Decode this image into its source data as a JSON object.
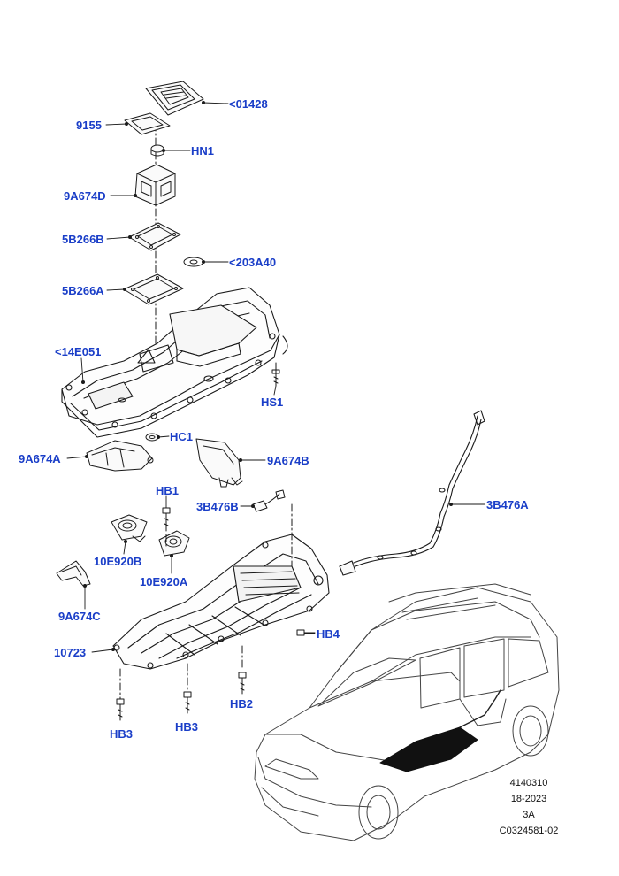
{
  "diagram": {
    "callouts": {
      "c01428": "<01428",
      "c9155": "9155",
      "hn1": "HN1",
      "c9a674d": "9A674D",
      "c5b266b": "5B266B",
      "c203a40": "<203A40",
      "c5b266a": "5B266A",
      "c14e051": "<14E051",
      "hs1": "HS1",
      "hc1": "HC1",
      "c9a674a": "9A674A",
      "c9a674b": "9A674B",
      "hb1": "HB1",
      "c3b476b": "3B476B",
      "c3b476a": "3B476A",
      "c10e920b": "10E920B",
      "c10e920a": "10E920A",
      "c9a674c": "9A674C",
      "hb4": "HB4",
      "c10723": "10723",
      "hb2": "HB2",
      "hb3_left": "HB3",
      "hb3_mid": "HB3"
    },
    "reference": {
      "line1": "4140310",
      "line2": "18-2023",
      "line3": "3A",
      "line4": "C0324581-02"
    },
    "colors": {
      "callout_text": "#1a3ec8",
      "line_art": "#1a1a1a",
      "highlight_fill": "#111111"
    }
  }
}
